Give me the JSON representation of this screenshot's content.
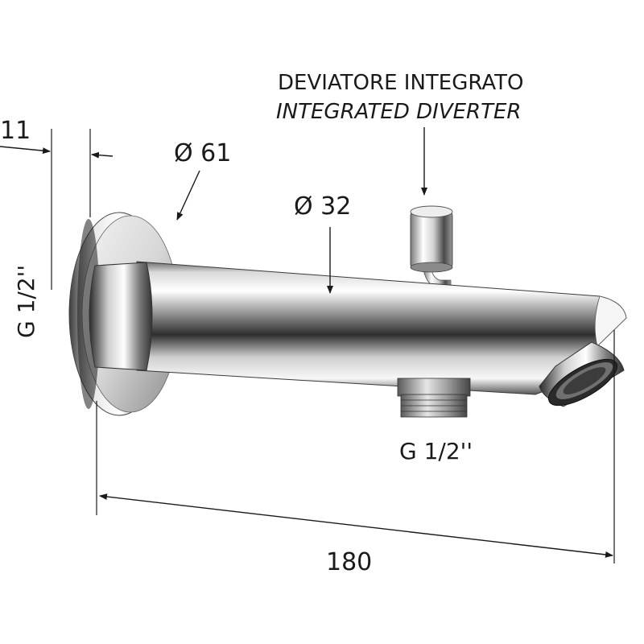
{
  "labels": {
    "diverter_it": "DEVIATORE INTEGRATO",
    "diverter_en": "INTEGRATED DIVERTER"
  },
  "dimensions": {
    "flange_depth": "11",
    "flange_diameter": "Ø 61",
    "spout_diameter": "Ø 32",
    "wall_thread": "G 1/2''",
    "outlet_thread": "G 1/2''",
    "total_length": "180"
  },
  "colors": {
    "line": "#1a1a1a",
    "chrome_dark": "#3a3a3a",
    "chrome_light": "#f4f4f4"
  }
}
